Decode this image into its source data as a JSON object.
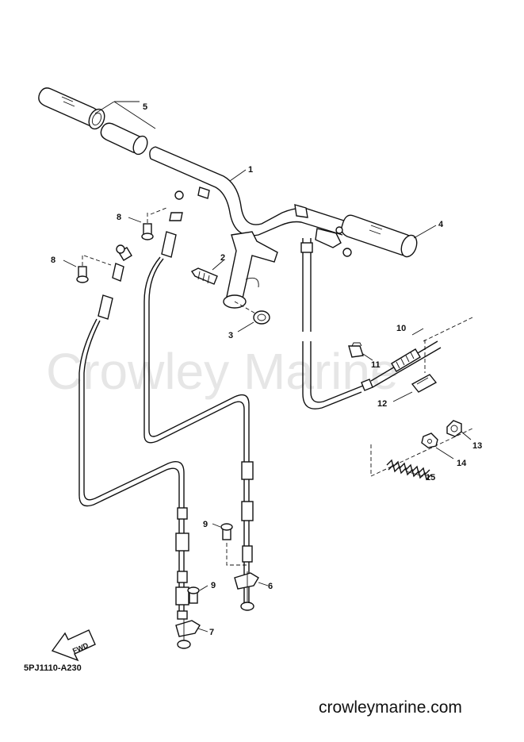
{
  "watermark": "Crowley Marine",
  "diagram_code": "5PJ1110-A230",
  "site_url": "crowleymarine.com",
  "fwd_label": "FWD",
  "callouts": {
    "c1": "1",
    "c2": "2",
    "c3": "3",
    "c4": "4",
    "c5": "5",
    "c6": "6",
    "c7": "7",
    "c8a": "8",
    "c8b": "8",
    "c9a": "9",
    "c9b": "9",
    "c10": "10",
    "c11": "11",
    "c12": "12",
    "c13": "13",
    "c14": "14",
    "c15": "15"
  }
}
